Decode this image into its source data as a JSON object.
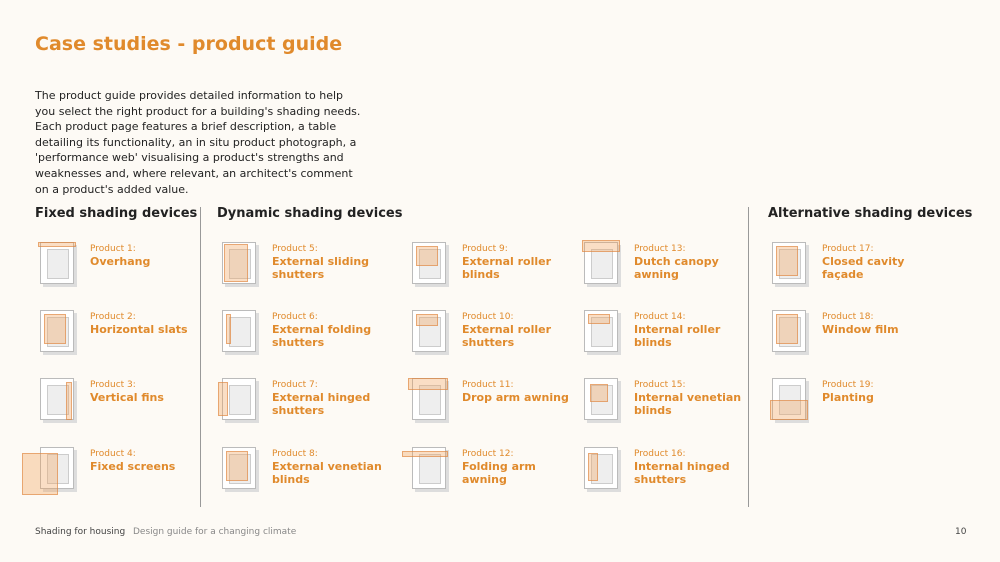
{
  "title": "Case studies - product guide",
  "intro": "The product guide provides detailed information to help you select the right product for a building's shading needs. Each product page features a brief description, a table detailing its functionality, an in situ product photograph, a 'performance web' visualising a product's strengths and weaknesses and, where relevant, an architect's comment on a product's added value.",
  "sections": {
    "fixed": "Fixed shading devices",
    "dynamic": "Dynamic shading devices",
    "alternative": "Alternative shading devices"
  },
  "products": [
    {
      "num": "Product 1:",
      "name": "Overhang"
    },
    {
      "num": "Product 2:",
      "name": "Horizontal slats"
    },
    {
      "num": "Product 3:",
      "name": "Vertical fins"
    },
    {
      "num": "Product 4:",
      "name": "Fixed screens"
    },
    {
      "num": "Product 5:",
      "name": "External sliding shutters"
    },
    {
      "num": "Product 6:",
      "name": "External folding shutters"
    },
    {
      "num": "Product 7:",
      "name": "External hinged shutters"
    },
    {
      "num": "Product 8:",
      "name": "External venetian blinds"
    },
    {
      "num": "Product 9:",
      "name": "External roller blinds"
    },
    {
      "num": "Product 10:",
      "name": "External roller shutters"
    },
    {
      "num": "Product 11:",
      "name": "Drop arm awning"
    },
    {
      "num": "Product 12:",
      "name": "Folding arm awning"
    },
    {
      "num": "Product 13:",
      "name": "Dutch canopy awning"
    },
    {
      "num": "Product 14:",
      "name": "Internal roller blinds"
    },
    {
      "num": "Product 15:",
      "name": "Internal venetian blinds"
    },
    {
      "num": "Product 16:",
      "name": "Internal hinged shutters"
    },
    {
      "num": "Product 17:",
      "name": "Closed cavity façade"
    },
    {
      "num": "Product 18:",
      "name": "Window film"
    },
    {
      "num": "Product 19:",
      "name": "Planting"
    }
  ],
  "footer": {
    "brand": "Shading for housing",
    "subtitle": "Design guide for a changing climate",
    "page": "10"
  },
  "colors": {
    "accent": "#e08a2c",
    "background": "#fdfaf5"
  }
}
